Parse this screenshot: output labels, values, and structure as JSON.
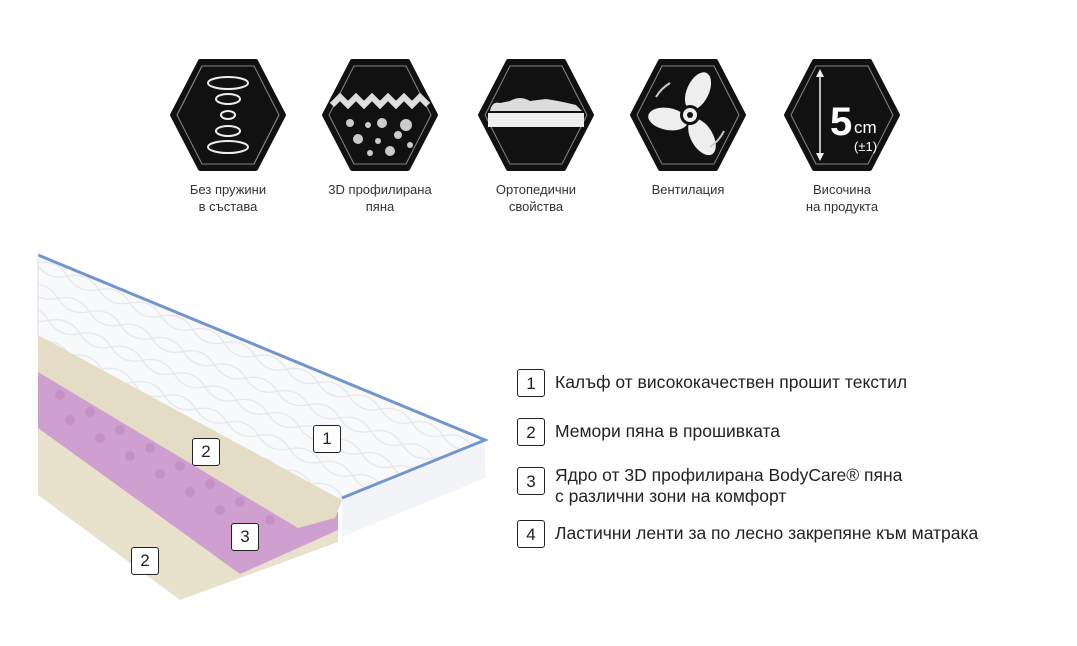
{
  "features": [
    {
      "icon": "no-springs-icon",
      "label": "Без пружини\nв състава"
    },
    {
      "icon": "3d-foam-icon",
      "label": "3D профилирана\nпяна"
    },
    {
      "icon": "orthopedic-icon",
      "label": "Ортопедични\nсвойства"
    },
    {
      "icon": "ventilation-fan-icon",
      "label": "Вентилация"
    },
    {
      "icon": "height-icon",
      "label": "Височина\nна продукта",
      "value": "5",
      "unit": "cm",
      "tolerance": "(±1)"
    }
  ],
  "diagram_badges": [
    "1",
    "2",
    "3",
    "2"
  ],
  "legend": [
    {
      "num": "1",
      "text": "Калъф от висококачествен прошит текстил"
    },
    {
      "num": "2",
      "text": "Мемори пяна в прошивката"
    },
    {
      "num": "3",
      "text": "Ядро от 3D профилирана BodyCare® пяна\nс различни зони на комфорт"
    },
    {
      "num": "4",
      "text": "Ластични ленти за по лесно закрепяне към матрака"
    }
  ],
  "colors": {
    "cover": "#f7f8fa",
    "piping": "#6b8fc9",
    "memory": "#e6dfc8",
    "core": "#c99ac9",
    "icon": "#111111"
  }
}
